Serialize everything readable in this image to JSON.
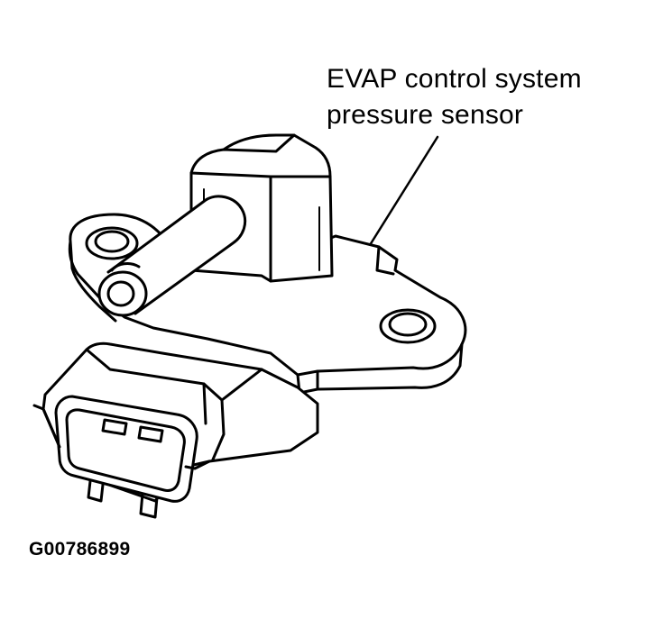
{
  "diagram": {
    "callout": {
      "line1": "EVAP control system",
      "line2": "pressure sensor"
    },
    "figure_code": "G00786899"
  },
  "colors": {
    "ink": "#000000",
    "paper": "#ffffff"
  }
}
